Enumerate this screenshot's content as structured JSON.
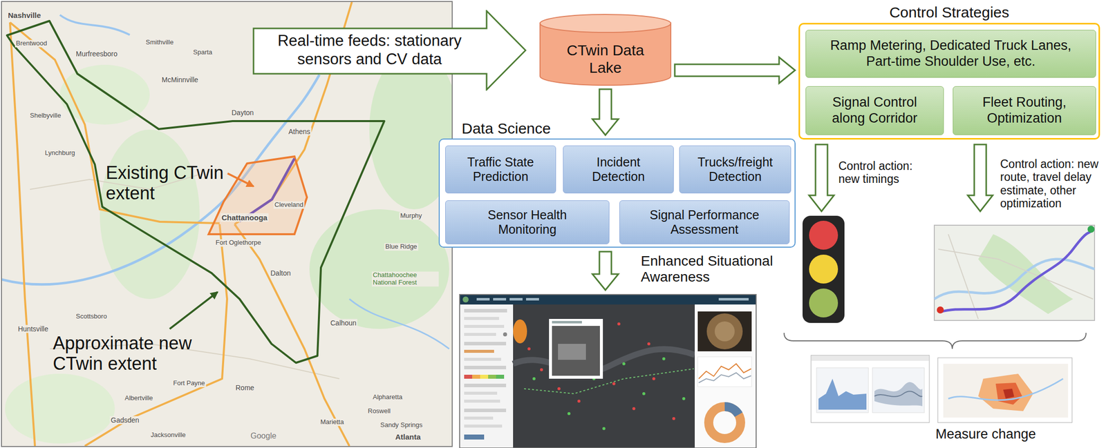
{
  "diagram": {
    "nodes": [
      {
        "text": [
          "Real-time feeds: stationary sensors and CV data"
        ]
      },
      {
        "text": [
          "CTwin Data Lake"
        ]
      },
      {
        "text": [
          "Data Science"
        ]
      },
      {
        "text": [
          "Traffic State Prediction"
        ],
        "in": 2
      },
      {
        "text": [
          "Incident Detection"
        ],
        "in": 2
      },
      {
        "text": [
          "Trucks/freight Detection"
        ],
        "in": 2
      },
      {
        "text": [
          "Sensor Health Monitoring"
        ],
        "in": 2
      },
      {
        "text": [
          "Signal Performance Assessment"
        ],
        "in": 2
      },
      {
        "text": [
          "Control Strategies"
        ]
      },
      {
        "text": [
          "Ramp Metering, Dedicated Truck Lanes, Part-time Shoulder Use, etc."
        ],
        "in": 8
      },
      {
        "text": [
          "Signal Control along Corridor"
        ],
        "in": 8
      },
      {
        "text": [
          "Fleet Routing, Optimization"
        ],
        "in": 8
      }
    ],
    "edges": [
      {
        "from": 1,
        "to": 2,
        "arrow": "to"
      },
      {
        "from": 1,
        "to": 8,
        "arrow": "to"
      }
    ],
    "labels": [
      "Existing CTwin extent",
      "Approximate new CTwin extent",
      "Enhanced Situational Awareness",
      "Control action: new timings",
      "Control action: new route, travel delay estimate, other optimization",
      "Measure change",
      "Nashville",
      "Brentwood",
      "Murfreesboro",
      "Smithville",
      "Sparta",
      "McMinnville",
      "Shelbyville",
      "Lynchburg",
      "Dayton",
      "Athens",
      "Cleveland",
      "Chattanooga",
      "Fort Oglethorpe",
      "Dalton",
      "Murphy",
      "Blue Ridge",
      "Chattahoochee National Forest",
      "Huntsville",
      "Scottsboro",
      "Fort Payne",
      "Albertville",
      "Calhoun",
      "Rome",
      "Gadsden",
      "Jacksonville",
      "Alpharetta",
      "Roswell",
      "Marietta",
      "Sandy Springs",
      "Atlanta",
      "Google"
    ]
  }
}
